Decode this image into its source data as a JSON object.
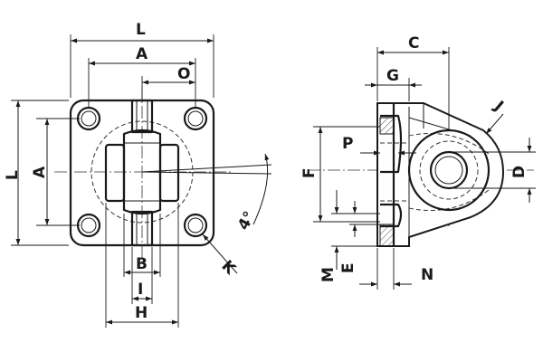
{
  "labels": {
    "L_top": "L",
    "A_top": "A",
    "O": "O",
    "L_side": "L",
    "A_side": "A",
    "B": "B",
    "I": "I",
    "H": "H",
    "K": "K",
    "angle": "4°",
    "C": "C",
    "G": "G",
    "J": "J",
    "P": "P",
    "F": "F",
    "D": "D",
    "M": "M",
    "E": "E",
    "N": "N"
  }
}
